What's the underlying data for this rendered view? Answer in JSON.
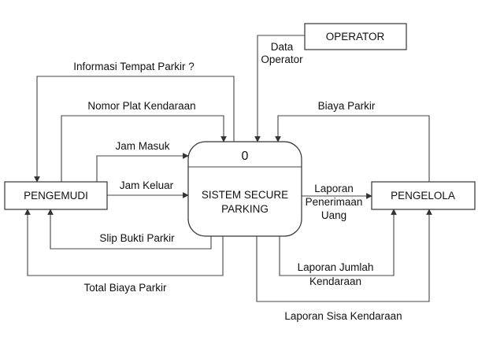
{
  "entities": {
    "pengemudi": "PENGEMUDI",
    "operator": "OPERATOR",
    "pengelola": "PENGELOLA"
  },
  "process": {
    "number": "0",
    "name_line1": "SISTEM SECURE",
    "name_line2": "PARKING"
  },
  "flows": {
    "informasi_tempat_parkir": "Informasi Tempat Parkir ?",
    "nomor_plat_kendaraan": "Nomor Plat Kendaraan",
    "jam_masuk": "Jam Masuk",
    "jam_keluar": "Jam Keluar",
    "slip_bukti_parkir": "Slip Bukti Parkir",
    "total_biaya_parkir": "Total Biaya Parkir",
    "data_operator_line1": "Data",
    "data_operator_line2": "Operator",
    "biaya_parkir": "Biaya Parkir",
    "laporan_penerimaan_line1": "Laporan",
    "laporan_penerimaan_line2": "Penerimaan",
    "laporan_penerimaan_line3": "Uang",
    "laporan_jumlah_line1": "Laporan Jumlah",
    "laporan_jumlah_line2": "Kendaraan",
    "laporan_sisa_kendaraan": "Laporan Sisa Kendaraan"
  },
  "colors": {
    "stroke": "#333333",
    "text": "#111111",
    "background": "#ffffff"
  }
}
